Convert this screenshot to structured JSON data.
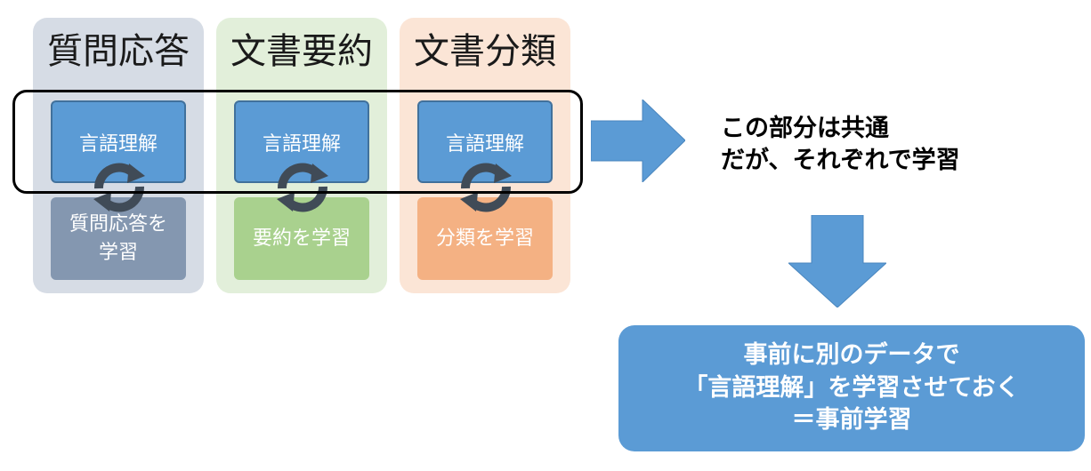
{
  "columns": [
    {
      "title": "質問応答",
      "top_box": "言語理解",
      "bottom_box_lines": [
        "質問応答を",
        "学習"
      ],
      "bg_color": "#d6dce5",
      "bottom_color": "#8497b0"
    },
    {
      "title": "文書要約",
      "top_box": "言語理解",
      "bottom_box_lines": [
        "要約を学習"
      ],
      "bg_color": "#e2efda",
      "bottom_color": "#a9d18e"
    },
    {
      "title": "文書分類",
      "top_box": "言語理解",
      "bottom_box_lines": [
        "分類を学習"
      ],
      "bg_color": "#fbe5d6",
      "bottom_color": "#f4b183"
    }
  ],
  "note": {
    "lines": [
      "この部分は共通",
      "だが、それぞれで学習"
    ]
  },
  "result": {
    "lines": [
      "事前に別のデータで",
      "「言語理解」を学習させておく",
      "＝事前学習"
    ]
  },
  "colors": {
    "accent_blue": "#5b9bd5",
    "cycle_icon": "#404b57"
  },
  "icons": [
    "cycle-arrows-icon",
    "arrow-right-icon",
    "arrow-down-icon"
  ]
}
